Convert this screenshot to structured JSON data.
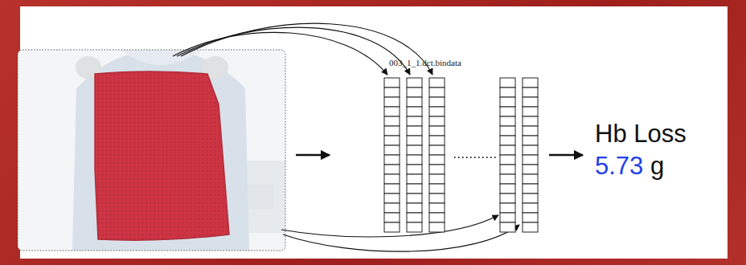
{
  "diagram": {
    "labels": [
      "003_1_1.dct.bindata",
      "Hb Loss",
      "5.73",
      "g"
    ]
  }
}
